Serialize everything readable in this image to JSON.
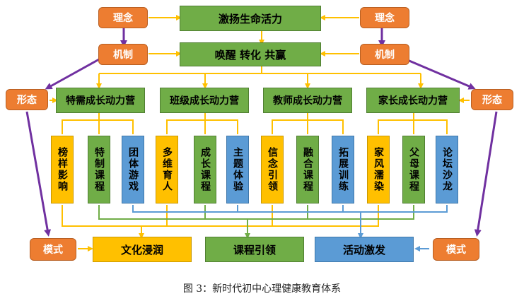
{
  "top": {
    "row1": "激扬生命活力",
    "row2": "唤醒 转化 共赢"
  },
  "sides": {
    "concept": "理念",
    "mechanism": "机制",
    "form": "形态",
    "mode": "模式"
  },
  "camps": [
    "特需成长动力营",
    "班级成长动力营",
    "教师成长动力营",
    "家长成长动力营"
  ],
  "activities": [
    "榜样影响",
    "特制课程",
    "团体游戏",
    "多维育人",
    "成长课程",
    "主题体验",
    "信念引领",
    "融合课程",
    "拓展训练",
    "家风濡染",
    "父母课程",
    "论坛沙龙"
  ],
  "outcomes": {
    "culture": "文化浸润",
    "course": "课程引领",
    "activity": "活动激发"
  },
  "caption": "图 3：新时代初中心理健康教育体系",
  "colors": {
    "green": "#70ad47",
    "orange": "#ed7d31",
    "yellow": "#ffc000",
    "blue": "#5b9bd5",
    "purple": "#7030a0"
  }
}
